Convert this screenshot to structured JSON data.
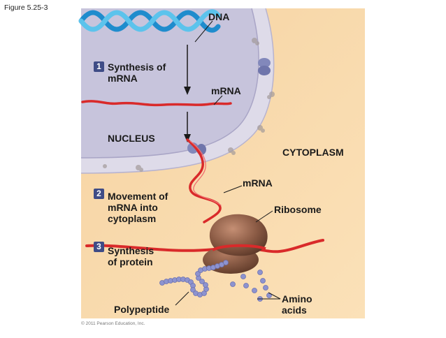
{
  "figure_label": "Figure 5.25-3",
  "copyright": "© 2011 Pearson Education, Inc.",
  "steps": [
    {
      "number": "1",
      "label": "Synthesis of\nmRNA"
    },
    {
      "number": "2",
      "label": "Movement of\nmRNA into\ncytoplasm"
    },
    {
      "number": "3",
      "label": "Synthesis\nof protein"
    }
  ],
  "labels": {
    "dna": "DNA",
    "mrna_nucleus": "mRNA",
    "nucleus": "NUCLEUS",
    "cytoplasm": "CYTOPLASM",
    "mrna_cytoplasm": "mRNA",
    "ribosome": "Ribosome",
    "amino_acids": "Amino\nacids",
    "polypeptide": "Polypeptide"
  },
  "colors": {
    "cytoplasm": "#f9d9a8",
    "nucleus": "#c7c5dc",
    "envelope": "#dfdcea",
    "mrna": "#d92a2a",
    "dna": "#29a8df",
    "ribosome": "#8a5a44",
    "amino_acid": "#8d93cf",
    "step_badge": "#3f4c86"
  }
}
